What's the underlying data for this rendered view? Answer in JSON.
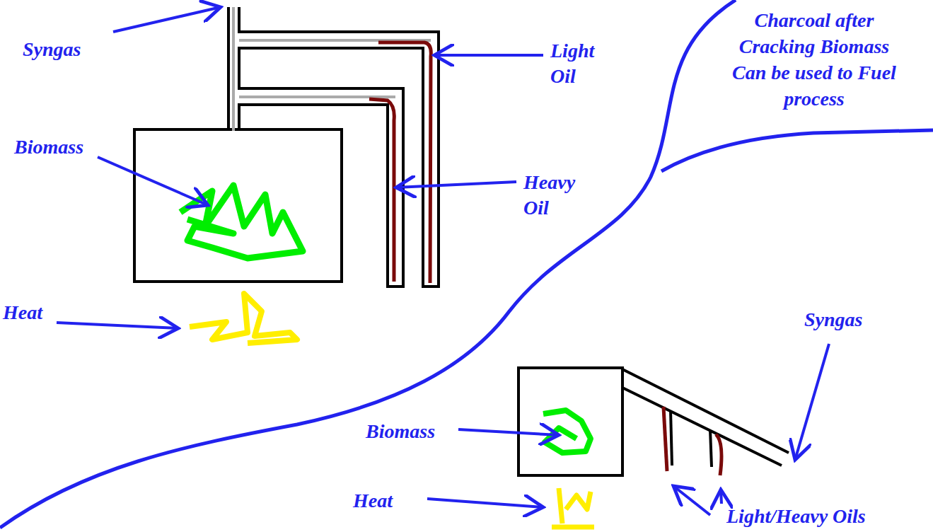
{
  "diagram": {
    "labels": [
      "Syngas",
      "Light Oil",
      "Biomass",
      "Heavy Oil",
      "Heat",
      "Charcoal after Cracking Biomass Can be used to Fuel process",
      "Syngas",
      "Biomass",
      "Heat",
      "Light/Heavy Oils"
    ]
  }
}
